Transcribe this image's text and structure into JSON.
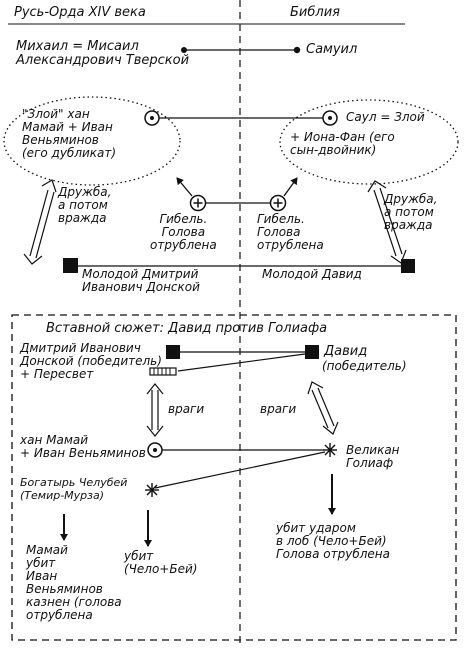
{
  "header": {
    "left_title": "Русь-Орда XIV века",
    "right_title": "Библия"
  },
  "top": {
    "mikhail": "Михаил = Мисаил\nАлександрович Тверской",
    "samuil": "Самуил",
    "mamai": "\"Злой\" хан\nМамай + Иван\nВеньяминов\n(его дубликат)",
    "saul": "Саул = Злой",
    "iona": "+ Иона-Фан (его\nсын-двойник)",
    "friendship_left": "Дружба,\nа потом\nвражда",
    "friendship_right": "Дружба,\nа потом\nвражда",
    "death_left": "Гибель.\nГолова\nотрублена",
    "death_right": "Гибель.\nГолова\nотрублена",
    "young_dmitry": "Молодой Дмитрий\nИванович Донской",
    "young_david": "Молодой Давид"
  },
  "inset": {
    "title": "Вставной сюжет: Давид против Голиафа",
    "dmitry": "Дмитрий Иванович\nДонской (победитель)\n+ Пересвет",
    "david": "Давид",
    "david_note": "(победитель)",
    "enemies_left": "враги",
    "enemies_right": "враги",
    "mamai": "хан Мамай\n+ Иван Веньяминов",
    "goliath": "Великан\nГолиаф",
    "chelubei": "Богатырь Челубей\n(Темир-Мурза)",
    "mamai_fate": "Мамай\nубит\nИван\nВеньяминов\nказнен (голова\nотрублена",
    "chelubei_fate": "убит\n(Чело+Бей)",
    "goliath_fate": "убит ударом\nв лоб (Чело+Бей)\nГолова отрублена"
  },
  "colors": {
    "ink": "#111111",
    "background": "#ffffff"
  },
  "icons": {
    "dmitry_marker": "filled-square",
    "david_marker": "filled-square",
    "mamai_marker": "circle-dot",
    "saul_marker": "circle-dot",
    "samuil_marker": "filled-dot",
    "death_marker": "circle-plus",
    "goliath_marker": "asterisk",
    "peresvet_marker": "hatched-bar"
  }
}
